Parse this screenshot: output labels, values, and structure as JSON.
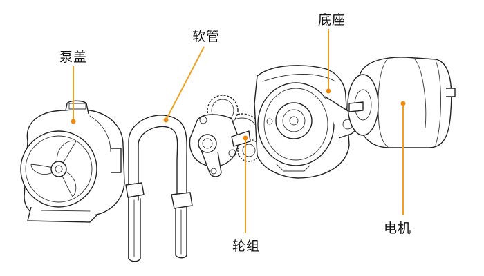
{
  "labels": {
    "pump_cover": "泵盖",
    "hose": "软管",
    "base": "底座",
    "motor": "电机",
    "gear_set": "轮组"
  },
  "colors": {
    "callout_line": "#f0a020",
    "callout_dot": "#f08a10",
    "line_art": "#222222"
  }
}
